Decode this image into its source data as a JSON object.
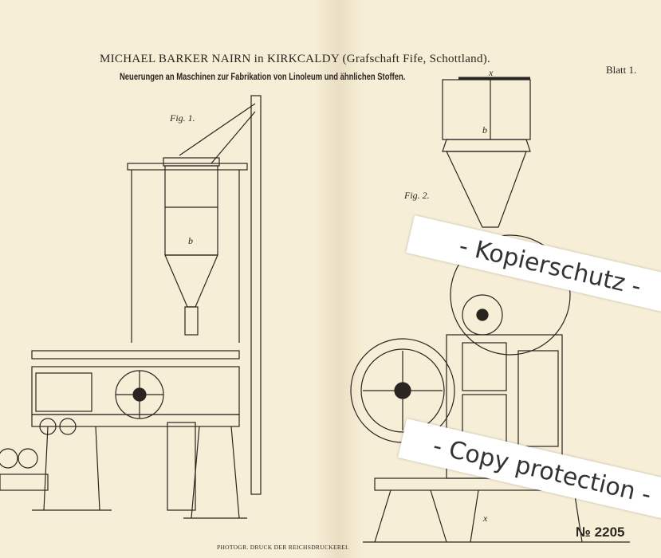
{
  "header": {
    "title": "MICHAEL BARKER NAIRN in KIRKCALDY (Grafschaft Fife, Schottland).",
    "subtitle": "Neuerungen an Maschinen zur Fabrikation von Linoleum und ähnlichen Stoffen.",
    "sheet": "Blatt 1."
  },
  "figures": {
    "fig1": "Fig. 1.",
    "fig2": "Fig. 2.",
    "label_b": "b",
    "label_x": "x"
  },
  "footer": {
    "printer": "PHOTOGR. DRUCK DER REICHSDRUCKEREI.",
    "patent_number": "№ 2205"
  },
  "watermarks": {
    "first": "- Kopierschutz -",
    "second": "- Copy protection -"
  }
}
